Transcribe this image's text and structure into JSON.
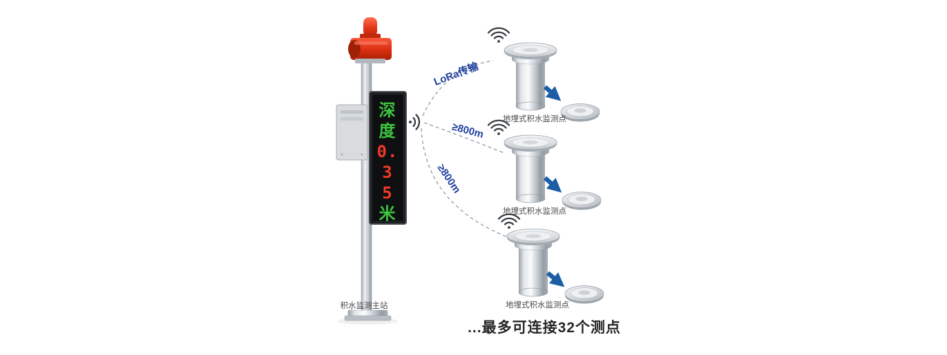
{
  "colors": {
    "led_green": "#3ec43e",
    "led_red": "#f03a28",
    "alarm_red": "#d92d12",
    "arrow_blue": "#1b5ea6",
    "link_label_blue": "#1e3f9e",
    "dashed_line": "#9aa0a6",
    "steel_gray": "#c9ced3"
  },
  "icons": {
    "wifi_signal": "wifi-signal-icon",
    "wireless_emitter": "wireless-emitter-icon",
    "alarm_beacon": "alarm-beacon-icon"
  },
  "station": {
    "label": "积水监测主站",
    "display_rows": [
      {
        "text": "深",
        "color": "#3ec43e"
      },
      {
        "text": "度",
        "color": "#3ec43e"
      },
      {
        "text": "0.",
        "color": "#f03a28"
      },
      {
        "text": "3",
        "color": "#f03a28"
      },
      {
        "text": "5",
        "color": "#f03a28"
      },
      {
        "text": "米",
        "color": "#3ec43e"
      }
    ]
  },
  "links": [
    {
      "label": "LoRa传输"
    },
    {
      "label": "≥800m"
    },
    {
      "label": "≥800m"
    }
  ],
  "sensors": [
    {
      "label": "地埋式积水监测点"
    },
    {
      "label": "地埋式积水监测点"
    },
    {
      "label": "地埋式积水监测点"
    }
  ],
  "footer": {
    "caption": "...最多可连接32个测点"
  }
}
